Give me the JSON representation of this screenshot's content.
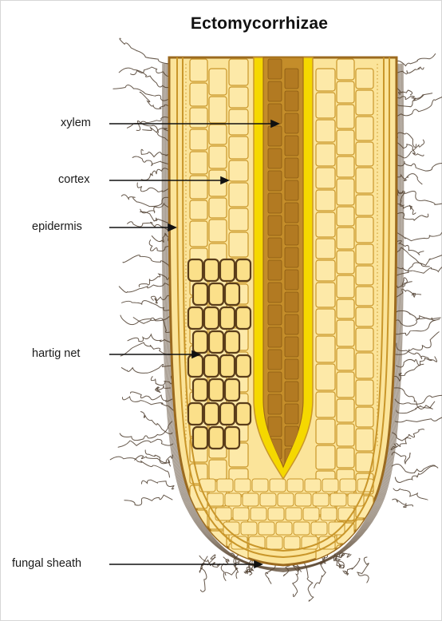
{
  "title": "Ectomycorrhizae",
  "labels": {
    "xylem": "xylem",
    "cortex": "cortex",
    "epidermis": "epidermis",
    "hartig_net": "hartig net",
    "fungal_sheath": "fungal sheath"
  },
  "colors": {
    "xylem_core": "#c48d2a",
    "xylem_cell": "#b27a22",
    "pericycle": "#f5d800",
    "cortex_fill": "#fbe49a",
    "cortex_line": "#c9962a",
    "root_outline": "#9b6a1f",
    "hyphae": "#4a3a2a",
    "arrow": "#111111"
  }
}
